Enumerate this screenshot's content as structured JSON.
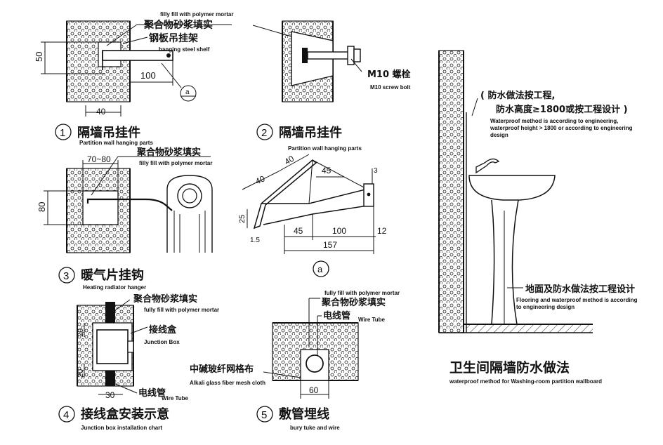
{
  "d1": {
    "label_cn_1": "filly fill with polymer mortar",
    "label_cn_2": "聚合物砂浆填实",
    "label_cn_3": "钢板吊挂架",
    "label_en_3": "hanging steel shelf",
    "dim_50": "50",
    "dim_100": "100",
    "dim_40": "40",
    "ref_a": "a",
    "num": "1",
    "title_cn": "隔墙吊挂件",
    "title_en": "Partition wall hanging parts"
  },
  "d2": {
    "bolt_cn": "M10 螺栓",
    "bolt_en": "M10 screw bolt",
    "num": "2",
    "title_cn": "隔墙吊挂件",
    "title_en": "Partition wall hanging parts"
  },
  "d3": {
    "label_cn": "聚合物砂浆填实",
    "label_en": "filly fill with polymer mortar",
    "dim_7080": "70~80",
    "dim_80": "80",
    "num": "3",
    "title_cn": "暖气片挂钩",
    "title_en": "Heating radiator hanger"
  },
  "da": {
    "dim_40a": "40",
    "dim_40b": "40",
    "dim_45a": "45",
    "dim_3": "3",
    "dim_25": "25",
    "dim_15": "1.5",
    "dim_45b": "45",
    "dim_100": "100",
    "dim_12": "12",
    "dim_157": "157",
    "ref_a": "a"
  },
  "d4": {
    "label_cn_1": "聚合物砂浆填实",
    "label_en_1": "fully fill with polymer mortar",
    "box_cn": "接线盒",
    "box_en": "Junction Box",
    "tube_cn": "电线管",
    "tube_en": "Wire Tube",
    "dim_20a": "20",
    "dim_20b": "20",
    "dim_30": "30",
    "num": "4",
    "title_cn": "接线盒安装示意",
    "title_en": "Junction box installation chart"
  },
  "d5": {
    "label_en_1": "fully fill with polymer mortar",
    "label_cn_1": "聚合物砂浆填实",
    "tube_cn": "电线管",
    "tube_en": "Wire Tube",
    "mesh_cn": "中碱玻纤网格布",
    "mesh_en": "Alkali glass fiber mesh cloth",
    "dim_60": "60",
    "num": "5",
    "title_cn": "敷管埋线",
    "title_en": "bury tuke and wire"
  },
  "d6": {
    "note1_cn_a": "( 防水做法按工程,",
    "note1_cn_b": "防水高度≥1800或按工程设计 )",
    "note1_en_a": "Waterproof method is according to engineering,",
    "note1_en_b": "waterproof height > 1800 or according to engineering",
    "note1_en_c": "design",
    "note2_cn": "地面及防水做法按工程设计",
    "note2_en_a": "Flooring and waterproof method is according",
    "note2_en_b": "to engineering design",
    "title_cn": "卫生间隔墙防水做法",
    "title_en": "waterproof method for Washing-room partition wallboard"
  }
}
